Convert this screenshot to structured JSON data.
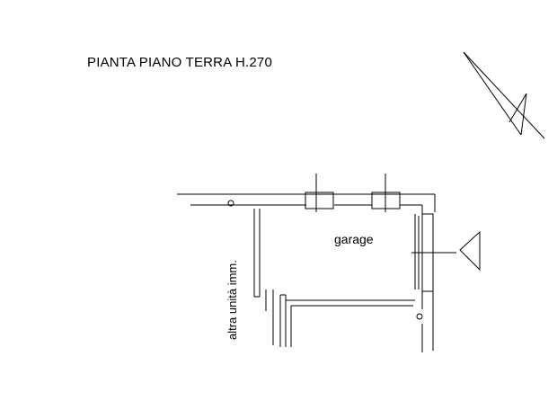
{
  "drawing": {
    "title": "PIANTA PIANO TERRA  H.270",
    "room_label": "garage",
    "neighbor_label": "altra unità imm."
  },
  "icons": {
    "north_arrow": "north-arrow-icon",
    "entrance_marker": "entrance-triangle-icon"
  }
}
